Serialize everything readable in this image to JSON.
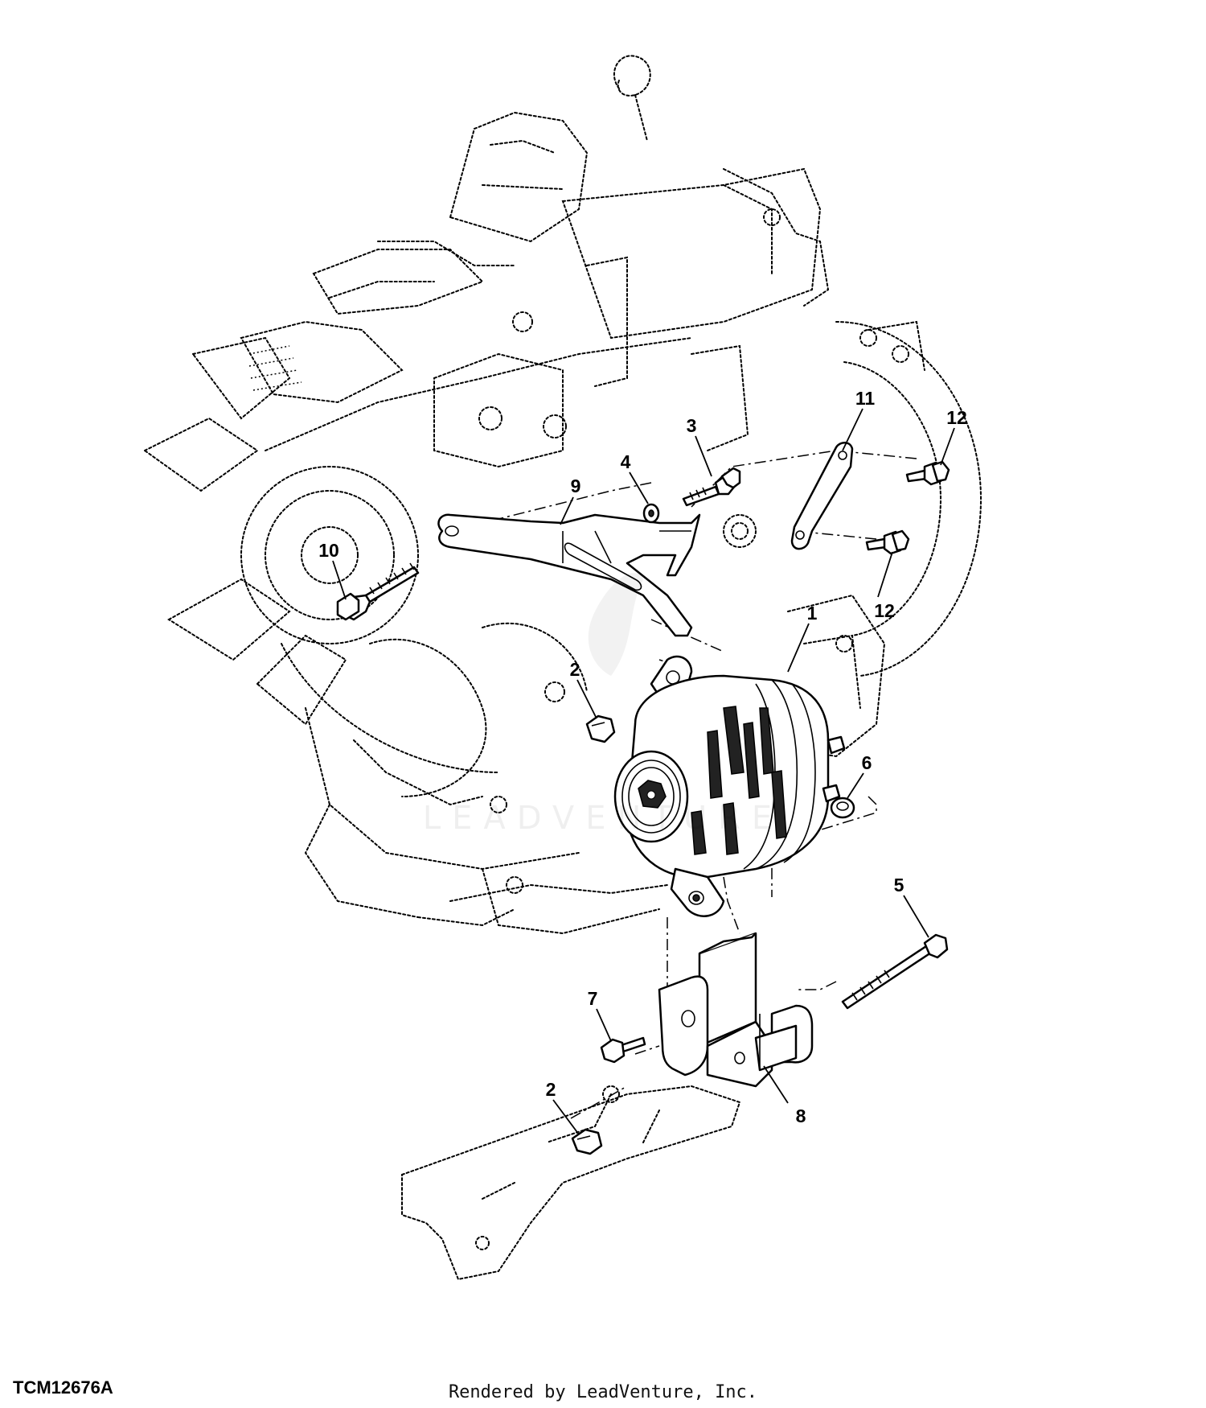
{
  "figure_id": "TCM12676A",
  "footer": "Rendered by LeadVenture, Inc.",
  "watermark": {
    "text": "LEADVENTURE"
  },
  "callouts": [
    {
      "id": "c1",
      "label": "1"
    },
    {
      "id": "c2a",
      "label": "2"
    },
    {
      "id": "c2b",
      "label": "2"
    },
    {
      "id": "c3",
      "label": "3"
    },
    {
      "id": "c4",
      "label": "4"
    },
    {
      "id": "c5",
      "label": "5"
    },
    {
      "id": "c6",
      "label": "6"
    },
    {
      "id": "c7",
      "label": "7"
    },
    {
      "id": "c8",
      "label": "8"
    },
    {
      "id": "c9",
      "label": "9"
    },
    {
      "id": "c10",
      "label": "10"
    },
    {
      "id": "c11",
      "label": "11"
    },
    {
      "id": "c12a",
      "label": "12"
    },
    {
      "id": "c12b",
      "label": "12"
    }
  ]
}
